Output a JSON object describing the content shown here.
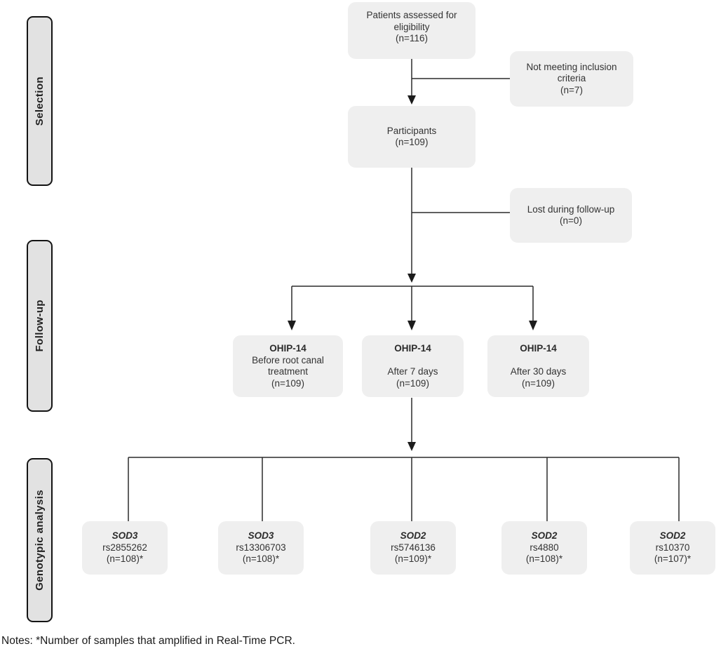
{
  "colors": {
    "node_fill": "#efefef",
    "stage_fill": "#e2e2e2",
    "stage_border": "#141414",
    "connector_line": "#2b2b2b",
    "text": "#333333"
  },
  "stages": {
    "selection": "Selection",
    "follow_up": "Follow-up",
    "genotypic": "Genotypic analysis"
  },
  "nodes": {
    "eligibility": {
      "text": "Patients assessed for eligibility",
      "n": "(n=116)"
    },
    "not_meeting": {
      "text": "Not meeting inclusion criteria",
      "n": "(n=7)"
    },
    "participants": {
      "text": "Participants",
      "n": "(n=109)"
    },
    "lost": {
      "text": "Lost during follow-up",
      "n": "(n=0)"
    },
    "ohip_baseline": {
      "title": "OHIP-14",
      "subtitle": "Before root canal treatment",
      "n": "(n=109)"
    },
    "ohip_7days": {
      "title": "OHIP-14",
      "subtitle": "After 7 days",
      "n": "(n=109)"
    },
    "ohip_30days": {
      "title": "OHIP-14",
      "subtitle": "After 30 days",
      "n": "(n=109)"
    },
    "sod_1": {
      "gene": "SOD3",
      "rs": "rs2855262",
      "n": "(n=108)*"
    },
    "sod_2": {
      "gene": "SOD3",
      "rs": "rs13306703",
      "n": "(n=108)*"
    },
    "sod_3": {
      "gene": "SOD2",
      "rs": "rs5746136",
      "n": "(n=109)*"
    },
    "sod_4": {
      "gene": "SOD2",
      "rs": "rs4880",
      "n": "(n=108)*"
    },
    "sod_5": {
      "gene": "SOD2",
      "rs": "rs10370",
      "n": "(n=107)*"
    }
  },
  "footer": {
    "notes": "Notes: *Number of samples that amplified in Real-Time PCR."
  }
}
